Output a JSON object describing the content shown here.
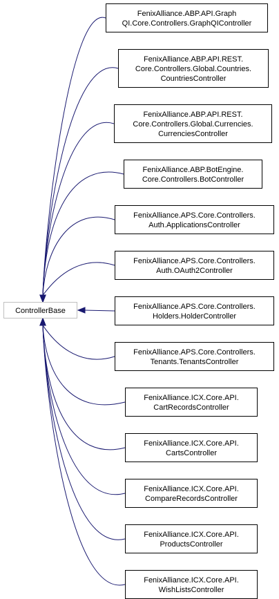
{
  "diagram": {
    "base": {
      "id": "base",
      "lines": [
        "ControllerBase"
      ]
    },
    "derived": [
      {
        "id": "graphql",
        "lines": [
          "FenixAlliance.ABP.API.Graph",
          "QI.Core.Controllers.GraphQIController"
        ]
      },
      {
        "id": "countries",
        "lines": [
          "FenixAlliance.ABP.API.REST.",
          "Core.Controllers.Global.Countries.",
          "CountriesController"
        ]
      },
      {
        "id": "currencies",
        "lines": [
          "FenixAlliance.ABP.API.REST.",
          "Core.Controllers.Global.Currencies.",
          "CurrenciesController"
        ]
      },
      {
        "id": "bot",
        "lines": [
          "FenixAlliance.ABP.BotEngine.",
          "Core.Controllers.BotController"
        ]
      },
      {
        "id": "applications",
        "lines": [
          "FenixAlliance.APS.Core.Controllers.",
          "Auth.ApplicationsController"
        ]
      },
      {
        "id": "oauth2",
        "lines": [
          "FenixAlliance.APS.Core.Controllers.",
          "Auth.OAuth2Controller"
        ]
      },
      {
        "id": "holders",
        "lines": [
          "FenixAlliance.APS.Core.Controllers.",
          "Holders.HolderController"
        ]
      },
      {
        "id": "tenants",
        "lines": [
          "FenixAlliance.APS.Core.Controllers.",
          "Tenants.TenantsController"
        ]
      },
      {
        "id": "cartrecords",
        "lines": [
          "FenixAlliance.ICX.Core.API.",
          "CartRecordsController"
        ]
      },
      {
        "id": "carts",
        "lines": [
          "FenixAlliance.ICX.Core.API.",
          "CartsController"
        ]
      },
      {
        "id": "compare",
        "lines": [
          "FenixAlliance.ICX.Core.API.",
          "CompareRecordsController"
        ]
      },
      {
        "id": "products",
        "lines": [
          "FenixAlliance.ICX.Core.API.",
          "ProductsController"
        ]
      },
      {
        "id": "wishlists",
        "lines": [
          "FenixAlliance.ICX.Core.API.",
          "WishListsController"
        ]
      }
    ]
  },
  "colors": {
    "edge": "#191970",
    "base_border": "#bfbfbf",
    "node_border": "#000000"
  }
}
